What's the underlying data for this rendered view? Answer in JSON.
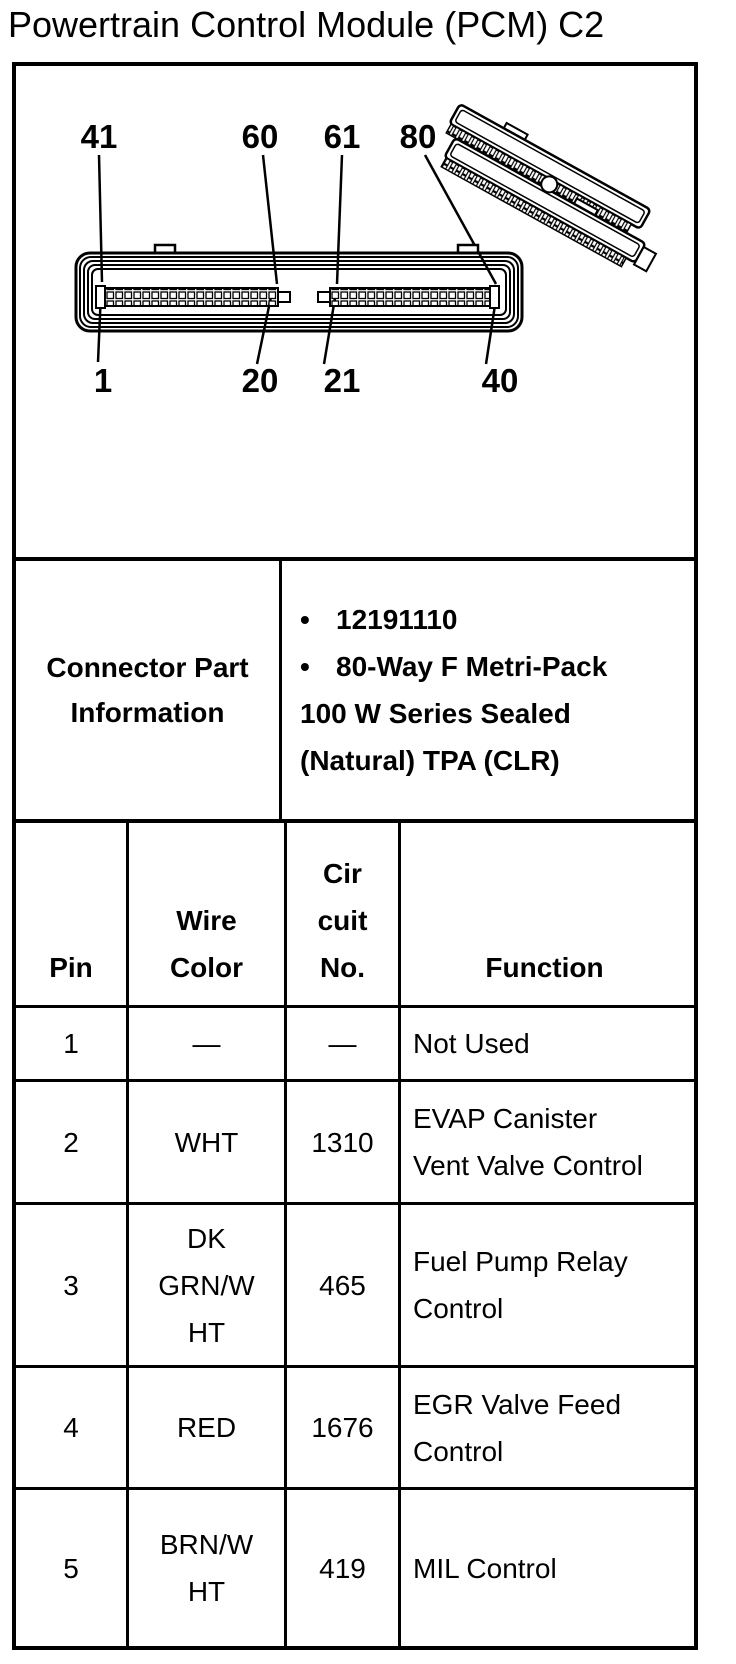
{
  "page": {
    "title": "Powertrain Control Module (PCM) C2"
  },
  "diagram": {
    "top_labels": [
      "41",
      "60",
      "61",
      "80"
    ],
    "bottom_labels": [
      "1",
      "20",
      "21",
      "40"
    ],
    "line_color": "#000000"
  },
  "part_info": {
    "label": "Connector Part\nInformation",
    "bullet_char": "•",
    "lines": [
      {
        "bulleted": true,
        "text": "12191110"
      },
      {
        "bulleted": true,
        "text": "80-Way F Metri-Pack"
      },
      {
        "bulleted": false,
        "text": "100 W Series Sealed"
      },
      {
        "bulleted": false,
        "text": "(Natural) TPA (CLR)"
      }
    ]
  },
  "table": {
    "headers": {
      "pin": "Pin",
      "wire_color": "Wire\nColor",
      "circuit_no": "Cir\ncuit\nNo.",
      "function": "Function"
    },
    "rows": [
      {
        "pin": "1",
        "wire_color": "—",
        "circuit_no": "—",
        "function": "Not Used"
      },
      {
        "pin": "2",
        "wire_color": "WHT",
        "circuit_no": "1310",
        "function": "EVAP Canister\nVent Valve Control"
      },
      {
        "pin": "3",
        "wire_color": "DK\nGRN/W\nHT",
        "circuit_no": "465",
        "function": "Fuel Pump Relay\nControl"
      },
      {
        "pin": "4",
        "wire_color": "RED",
        "circuit_no": "1676",
        "function": "EGR Valve Feed\nControl"
      },
      {
        "pin": "5",
        "wire_color": "BRN/W\nHT",
        "circuit_no": "419",
        "function": "MIL Control"
      }
    ]
  }
}
